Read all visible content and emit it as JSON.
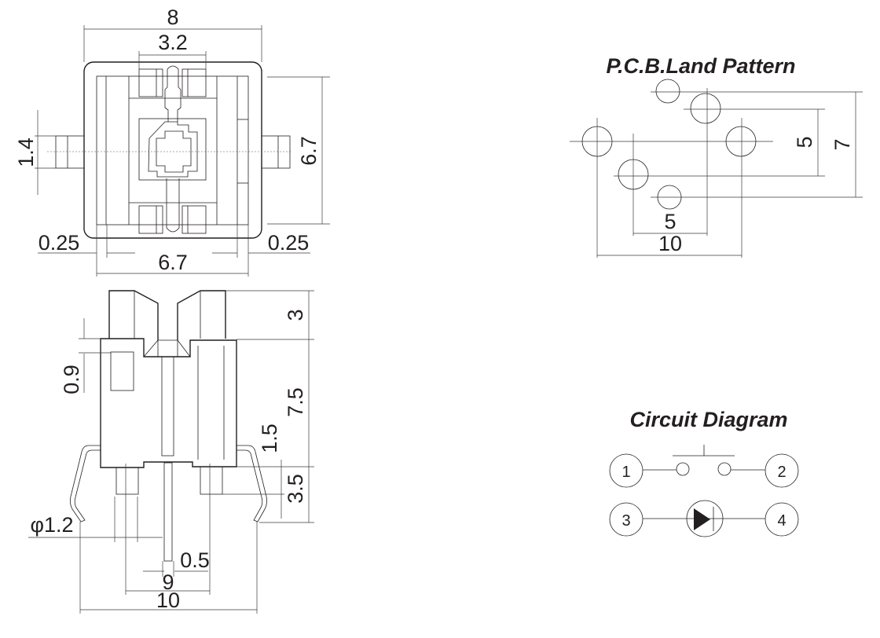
{
  "top_view": {
    "dim_overall_width": "8",
    "dim_actuator_width": "3.2",
    "dim_lead_height": "1.4",
    "dim_body_height": "6.7",
    "dim_left_gap": "0.25",
    "dim_right_gap": "0.25",
    "dim_body_width": "6.7"
  },
  "side_view": {
    "dim_cap_height": "3",
    "dim_window_offset": "0.9",
    "dim_body_height": "7.5",
    "dim_standoff": "1.5",
    "dim_pin_length": "3.5",
    "dim_pin_diameter": "φ1.2",
    "dim_center_pin": "0.5",
    "dim_pin_pitch": "9",
    "dim_lead_span": "10"
  },
  "pcb_land_pattern": {
    "title": "P.C.B.Land Pattern",
    "dim_inner_vertical": "5",
    "dim_outer_vertical": "7",
    "dim_inner_horizontal": "5",
    "dim_outer_horizontal": "10"
  },
  "circuit_diagram": {
    "title": "Circuit Diagram",
    "pins": [
      "1",
      "2",
      "3",
      "4"
    ],
    "switch_label": "push-button switch",
    "led_label": "LED"
  }
}
